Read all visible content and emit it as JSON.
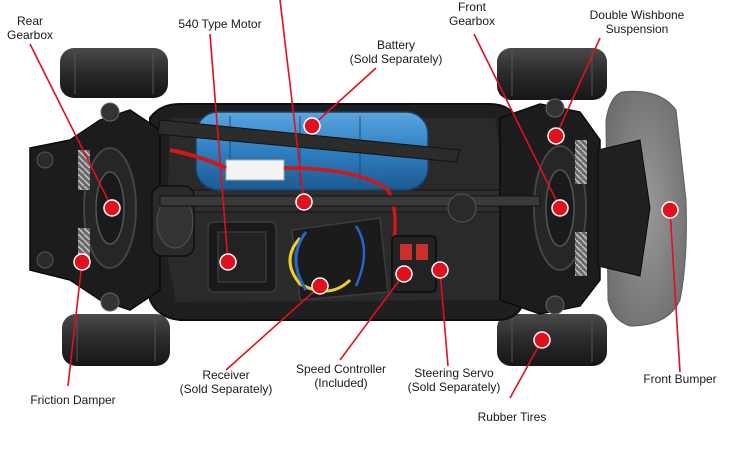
{
  "labels": {
    "rear_gearbox": [
      "Rear",
      "Gearbox"
    ],
    "motor": [
      "540 Type Motor"
    ],
    "battery": [
      "Battery",
      "(Sold Separately)"
    ],
    "front_gearbox": [
      "Front",
      "Gearbox"
    ],
    "suspension": [
      "Double Wishbone",
      "Suspension"
    ],
    "receiver": [
      "Receiver",
      "(Sold Separately)"
    ],
    "speed_controller": [
      "Speed Controller",
      "(Included)"
    ],
    "steering_servo": [
      "Steering Servo",
      "(Sold Separately)"
    ],
    "rubber_tires": [
      "Rubber Tires"
    ],
    "front_bumper": [
      "Front Bumper"
    ],
    "friction_damper": [
      "Friction Damper"
    ]
  },
  "colors": {
    "marker": "#e0101e",
    "leader": "#e0101e",
    "chassis": "#232323",
    "tire": "#2b2b2b",
    "battery": "#2f7fc1",
    "bumper_foam": "#8a8a8a"
  }
}
